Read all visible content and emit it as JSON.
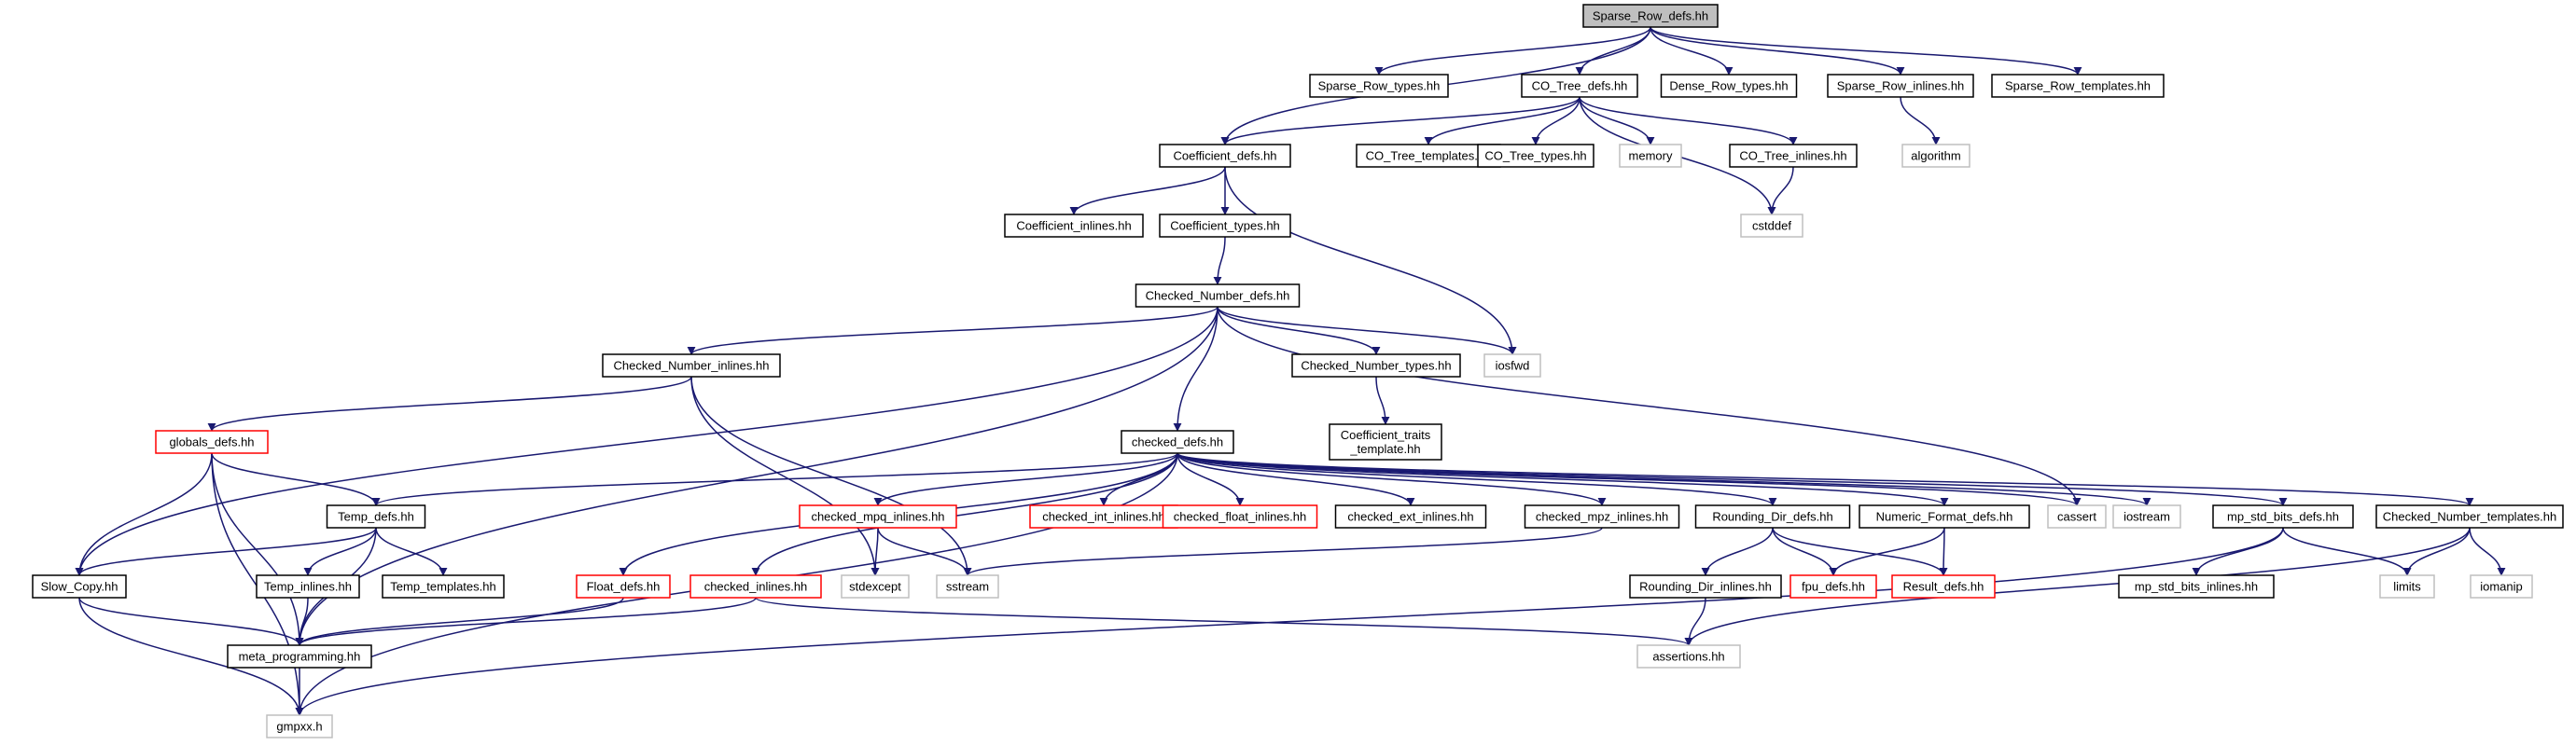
{
  "colors": {
    "edge": "#191970",
    "root_fill": "#bfbfbf",
    "documented_border": "#000000",
    "truncated_border": "#ff0000",
    "external_border": "#bfbfbf",
    "external_text": "#7f7f7f"
  },
  "nodes": [
    {
      "id": "sparse_row_defs",
      "lines": [
        "Sparse_Row_defs.hh"
      ],
      "kind": "root"
    },
    {
      "id": "sparse_row_types",
      "lines": [
        "Sparse_Row_types.hh"
      ],
      "kind": "doc"
    },
    {
      "id": "co_tree_defs",
      "lines": [
        "CO_Tree_defs.hh"
      ],
      "kind": "doc"
    },
    {
      "id": "dense_row_types",
      "lines": [
        "Dense_Row_types.hh"
      ],
      "kind": "doc"
    },
    {
      "id": "sparse_row_inlines",
      "lines": [
        "Sparse_Row_inlines.hh"
      ],
      "kind": "doc"
    },
    {
      "id": "sparse_row_templates",
      "lines": [
        "Sparse_Row_templates.hh"
      ],
      "kind": "doc"
    },
    {
      "id": "coefficient_defs",
      "lines": [
        "Coefficient_defs.hh"
      ],
      "kind": "doc"
    },
    {
      "id": "co_tree_templates",
      "lines": [
        "CO_Tree_templates.hh"
      ],
      "kind": "doc"
    },
    {
      "id": "co_tree_types",
      "lines": [
        "CO_Tree_types.hh"
      ],
      "kind": "doc"
    },
    {
      "id": "memory",
      "lines": [
        "memory"
      ],
      "kind": "ext"
    },
    {
      "id": "co_tree_inlines",
      "lines": [
        "CO_Tree_inlines.hh"
      ],
      "kind": "doc"
    },
    {
      "id": "algorithm",
      "lines": [
        "algorithm"
      ],
      "kind": "ext"
    },
    {
      "id": "cstddef",
      "lines": [
        "cstddef"
      ],
      "kind": "ext"
    },
    {
      "id": "coefficient_inlines",
      "lines": [
        "Coefficient_inlines.hh"
      ],
      "kind": "doc"
    },
    {
      "id": "coefficient_types",
      "lines": [
        "Coefficient_types.hh"
      ],
      "kind": "doc"
    },
    {
      "id": "checked_number_defs",
      "lines": [
        "Checked_Number_defs.hh"
      ],
      "kind": "doc"
    },
    {
      "id": "iosfwd",
      "lines": [
        "iosfwd"
      ],
      "kind": "ext"
    },
    {
      "id": "checked_number_inlines",
      "lines": [
        "Checked_Number_inlines.hh"
      ],
      "kind": "doc"
    },
    {
      "id": "checked_number_types",
      "lines": [
        "Checked_Number_types.hh"
      ],
      "kind": "doc"
    },
    {
      "id": "coefficient_traits_template",
      "lines": [
        "Coefficient_traits",
        "_template.hh"
      ],
      "kind": "doc"
    },
    {
      "id": "globals_defs",
      "lines": [
        "globals_defs.hh"
      ],
      "kind": "red"
    },
    {
      "id": "checked_defs",
      "lines": [
        "checked_defs.hh"
      ],
      "kind": "doc"
    },
    {
      "id": "temp_defs",
      "lines": [
        "Temp_defs.hh"
      ],
      "kind": "doc"
    },
    {
      "id": "checked_mpq_inlines",
      "lines": [
        "checked_mpq_inlines.hh"
      ],
      "kind": "red"
    },
    {
      "id": "checked_int_inlines",
      "lines": [
        "checked_int_inlines.hh"
      ],
      "kind": "red"
    },
    {
      "id": "checked_float_inlines",
      "lines": [
        "checked_float_inlines.hh"
      ],
      "kind": "red"
    },
    {
      "id": "checked_ext_inlines",
      "lines": [
        "checked_ext_inlines.hh"
      ],
      "kind": "doc"
    },
    {
      "id": "checked_mpz_inlines",
      "lines": [
        "checked_mpz_inlines.hh"
      ],
      "kind": "doc"
    },
    {
      "id": "rounding_dir_defs",
      "lines": [
        "Rounding_Dir_defs.hh"
      ],
      "kind": "doc"
    },
    {
      "id": "numeric_format_defs",
      "lines": [
        "Numeric_Format_defs.hh"
      ],
      "kind": "doc"
    },
    {
      "id": "cassert",
      "lines": [
        "cassert"
      ],
      "kind": "ext"
    },
    {
      "id": "iostream",
      "lines": [
        "iostream"
      ],
      "kind": "ext"
    },
    {
      "id": "mp_std_bits_defs",
      "lines": [
        "mp_std_bits_defs.hh"
      ],
      "kind": "doc"
    },
    {
      "id": "checked_number_templates",
      "lines": [
        "Checked_Number_templates.hh"
      ],
      "kind": "doc"
    },
    {
      "id": "slow_copy",
      "lines": [
        "Slow_Copy.hh"
      ],
      "kind": "doc"
    },
    {
      "id": "temp_inlines",
      "lines": [
        "Temp_inlines.hh"
      ],
      "kind": "doc"
    },
    {
      "id": "temp_templates",
      "lines": [
        "Temp_templates.hh"
      ],
      "kind": "doc"
    },
    {
      "id": "float_defs",
      "lines": [
        "Float_defs.hh"
      ],
      "kind": "red"
    },
    {
      "id": "checked_inlines",
      "lines": [
        "checked_inlines.hh"
      ],
      "kind": "red"
    },
    {
      "id": "stdexcept",
      "lines": [
        "stdexcept"
      ],
      "kind": "ext"
    },
    {
      "id": "sstream",
      "lines": [
        "sstream"
      ],
      "kind": "ext"
    },
    {
      "id": "rounding_dir_inlines",
      "lines": [
        "Rounding_Dir_inlines.hh"
      ],
      "kind": "doc"
    },
    {
      "id": "fpu_defs",
      "lines": [
        "fpu_defs.hh"
      ],
      "kind": "red"
    },
    {
      "id": "result_defs",
      "lines": [
        "Result_defs.hh"
      ],
      "kind": "red"
    },
    {
      "id": "mp_std_bits_inlines",
      "lines": [
        "mp_std_bits_inlines.hh"
      ],
      "kind": "doc"
    },
    {
      "id": "limits",
      "lines": [
        "limits"
      ],
      "kind": "ext"
    },
    {
      "id": "iomanip",
      "lines": [
        "iomanip"
      ],
      "kind": "ext"
    },
    {
      "id": "meta_programming",
      "lines": [
        "meta_programming.hh"
      ],
      "kind": "doc"
    },
    {
      "id": "assertions",
      "lines": [
        "assertions.hh"
      ],
      "kind": "ext"
    },
    {
      "id": "gmpxx",
      "lines": [
        "gmpxx.h"
      ],
      "kind": "ext"
    }
  ],
  "edges": [
    [
      "sparse_row_defs",
      "sparse_row_types"
    ],
    [
      "sparse_row_defs",
      "co_tree_defs"
    ],
    [
      "sparse_row_defs",
      "dense_row_types"
    ],
    [
      "sparse_row_defs",
      "sparse_row_inlines"
    ],
    [
      "sparse_row_defs",
      "sparse_row_templates"
    ],
    [
      "sparse_row_defs",
      "coefficient_defs"
    ],
    [
      "co_tree_defs",
      "coefficient_defs"
    ],
    [
      "co_tree_defs",
      "co_tree_templates"
    ],
    [
      "co_tree_defs",
      "co_tree_types"
    ],
    [
      "co_tree_defs",
      "memory"
    ],
    [
      "co_tree_defs",
      "co_tree_inlines"
    ],
    [
      "co_tree_defs",
      "cstddef"
    ],
    [
      "sparse_row_inlines",
      "algorithm"
    ],
    [
      "co_tree_inlines",
      "cstddef"
    ],
    [
      "coefficient_defs",
      "coefficient_inlines"
    ],
    [
      "coefficient_defs",
      "coefficient_types"
    ],
    [
      "coefficient_defs",
      "iosfwd"
    ],
    [
      "coefficient_types",
      "checked_number_defs"
    ],
    [
      "checked_number_defs",
      "iosfwd"
    ],
    [
      "checked_number_defs",
      "checked_number_inlines"
    ],
    [
      "checked_number_defs",
      "checked_number_types"
    ],
    [
      "checked_number_defs",
      "checked_defs"
    ],
    [
      "checked_number_defs",
      "slow_copy"
    ],
    [
      "checked_number_defs",
      "meta_programming"
    ],
    [
      "checked_number_defs",
      "cassert"
    ],
    [
      "checked_number_types",
      "coefficient_traits_template"
    ],
    [
      "checked_number_inlines",
      "globals_defs"
    ],
    [
      "checked_number_inlines",
      "stdexcept"
    ],
    [
      "checked_number_inlines",
      "sstream"
    ],
    [
      "globals_defs",
      "temp_defs"
    ],
    [
      "globals_defs",
      "slow_copy"
    ],
    [
      "globals_defs",
      "meta_programming"
    ],
    [
      "globals_defs",
      "gmpxx"
    ],
    [
      "checked_defs",
      "temp_defs"
    ],
    [
      "checked_defs",
      "checked_mpq_inlines"
    ],
    [
      "checked_defs",
      "checked_int_inlines"
    ],
    [
      "checked_defs",
      "checked_float_inlines"
    ],
    [
      "checked_defs",
      "checked_ext_inlines"
    ],
    [
      "checked_defs",
      "checked_mpz_inlines"
    ],
    [
      "checked_defs",
      "rounding_dir_defs"
    ],
    [
      "checked_defs",
      "numeric_format_defs"
    ],
    [
      "checked_defs",
      "cassert"
    ],
    [
      "checked_defs",
      "iostream"
    ],
    [
      "checked_defs",
      "mp_std_bits_defs"
    ],
    [
      "checked_defs",
      "checked_number_templates"
    ],
    [
      "checked_defs",
      "float_defs"
    ],
    [
      "checked_defs",
      "checked_inlines"
    ],
    [
      "checked_defs",
      "gmpxx"
    ],
    [
      "temp_defs",
      "slow_copy"
    ],
    [
      "temp_defs",
      "temp_inlines"
    ],
    [
      "temp_defs",
      "temp_templates"
    ],
    [
      "temp_defs",
      "meta_programming"
    ],
    [
      "temp_inlines",
      "meta_programming"
    ],
    [
      "slow_copy",
      "meta_programming"
    ],
    [
      "slow_copy",
      "gmpxx"
    ],
    [
      "float_defs",
      "meta_programming"
    ],
    [
      "checked_inlines",
      "meta_programming"
    ],
    [
      "checked_inlines",
      "assertions"
    ],
    [
      "checked_mpq_inlines",
      "stdexcept"
    ],
    [
      "checked_mpq_inlines",
      "sstream"
    ],
    [
      "checked_mpz_inlines",
      "sstream"
    ],
    [
      "rounding_dir_defs",
      "rounding_dir_inlines"
    ],
    [
      "rounding_dir_defs",
      "fpu_defs"
    ],
    [
      "rounding_dir_defs",
      "result_defs"
    ],
    [
      "rounding_dir_inlines",
      "assertions"
    ],
    [
      "numeric_format_defs",
      "fpu_defs"
    ],
    [
      "numeric_format_defs",
      "result_defs"
    ],
    [
      "mp_std_bits_defs",
      "mp_std_bits_inlines"
    ],
    [
      "mp_std_bits_defs",
      "limits"
    ],
    [
      "mp_std_bits_defs",
      "gmpxx"
    ],
    [
      "checked_number_templates",
      "limits"
    ],
    [
      "checked_number_templates",
      "iomanip"
    ],
    [
      "checked_number_templates",
      "assertions"
    ],
    [
      "meta_programming",
      "gmpxx"
    ]
  ]
}
